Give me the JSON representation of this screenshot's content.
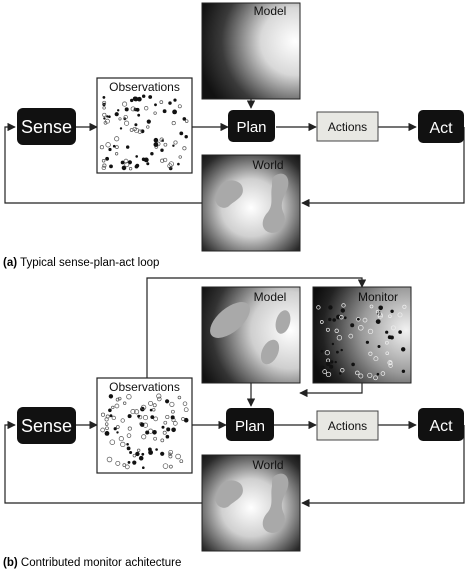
{
  "panel_a": {
    "caption_tag": "(a)",
    "caption_text": "Typical sense-plan-act loop",
    "sense": "Sense",
    "observations": "Observations",
    "model": "Model",
    "plan": "Plan",
    "actions": "Actions",
    "act": "Act",
    "world": "World"
  },
  "panel_b": {
    "caption_tag": "(b)",
    "caption_text": "Contributed monitor achitecture",
    "sense": "Sense",
    "observations": "Observations",
    "model": "Model",
    "monitor": "Monitor",
    "plan": "Plan",
    "actions": "Actions",
    "act": "Act",
    "world": "World"
  },
  "colors": {
    "dark_box": "#111111",
    "light_box": "#e8e8e3",
    "wire": "#222222",
    "blob": "#a9a9a9"
  }
}
